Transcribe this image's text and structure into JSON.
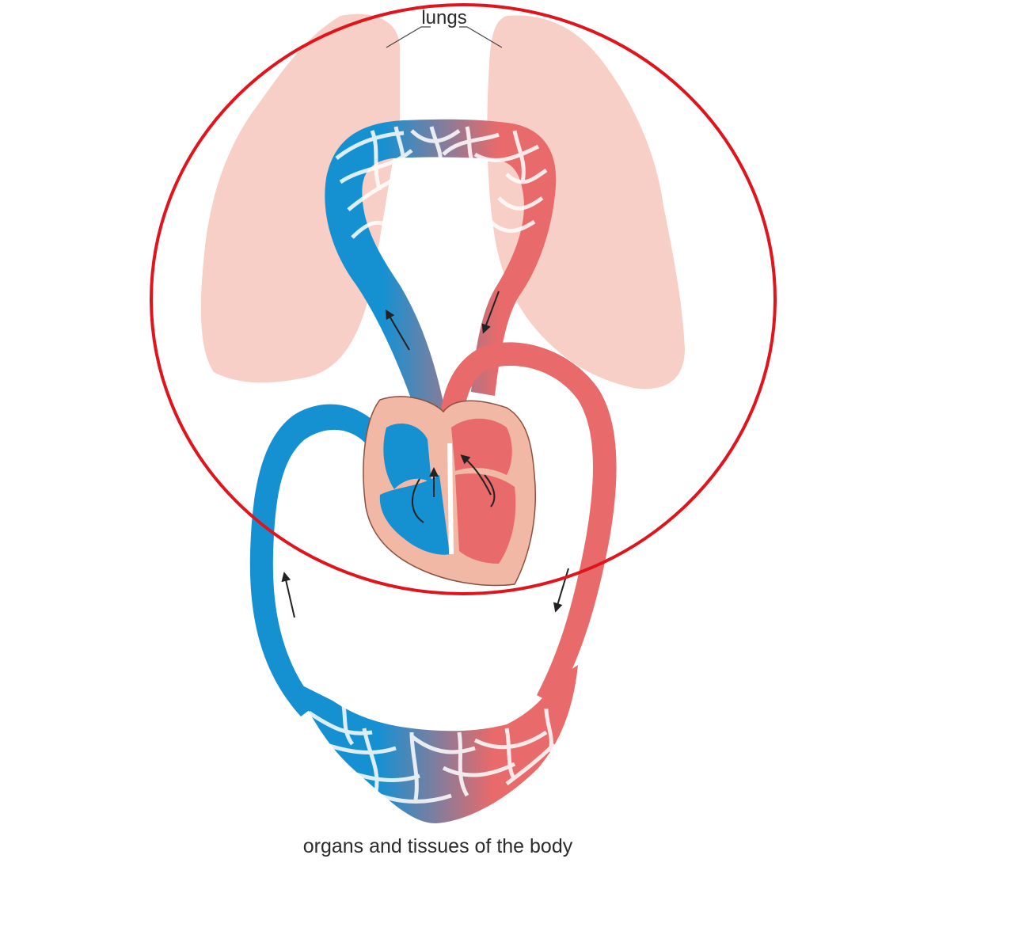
{
  "labels": {
    "lungs": "lungs",
    "organs": "organs and tissues of the body"
  },
  "colors": {
    "deoxygenated": "#1591d2",
    "oxygenated": "#e86a6a",
    "lung_tissue": "#f8cfc6",
    "heart_muscle": "#f2b8a6",
    "highlight_circle": "#e0141c",
    "arrow": "#222222"
  },
  "icons": {
    "flow_arrow": "arrow-icon",
    "highlight": "highlight-circle"
  }
}
